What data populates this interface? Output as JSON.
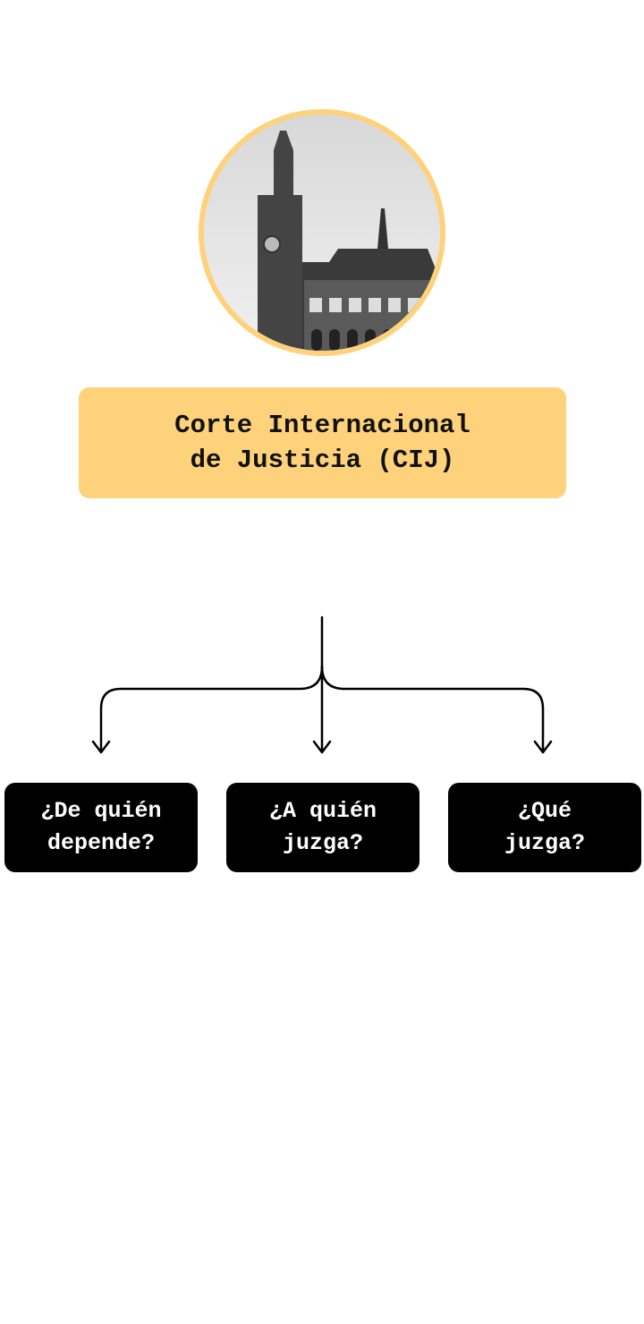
{
  "image": {
    "subject": "building-photo",
    "border_color": "#fdd27a"
  },
  "title": {
    "line1": "Corte Internacional",
    "line2": "de Justicia (CIJ)",
    "background": "#fdd27a"
  },
  "questions": [
    {
      "line1": "¿De quién",
      "line2": "depende?"
    },
    {
      "line1": "¿A quién",
      "line2": "juzga?"
    },
    {
      "line1": "¿Qué",
      "line2": "juzga?"
    }
  ]
}
